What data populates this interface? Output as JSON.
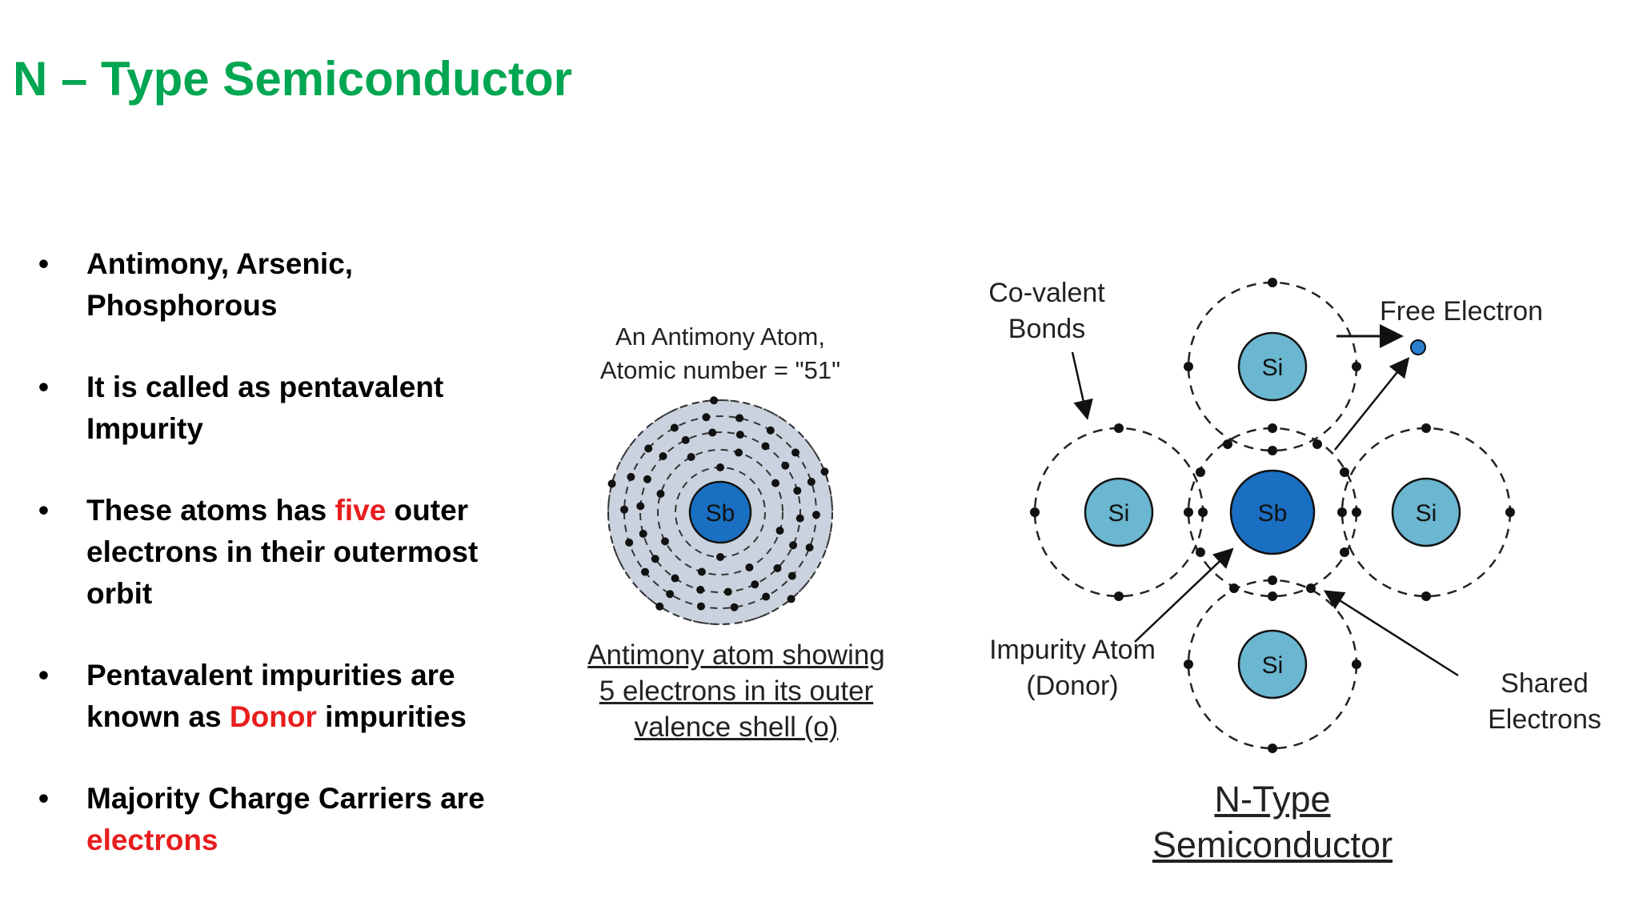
{
  "slide": {
    "title": "N – Type Semiconductor",
    "bullet_glyph": "•",
    "bullets": [
      {
        "before": "Antimony, Arsenic, Phosphorous",
        "highlight": "",
        "after": ""
      },
      {
        "before": "It is called as pentavalent Impurity",
        "highlight": "",
        "after": ""
      },
      {
        "before": "These atoms has ",
        "highlight": "five",
        "after": " outer electrons in their outermost orbit"
      },
      {
        "before": "Pentavalent impurities are known as ",
        "highlight": "Donor",
        "after": " impurities"
      },
      {
        "before": "Majority Charge Carriers are ",
        "highlight": "electrons",
        "after": ""
      }
    ]
  },
  "atom_figure": {
    "caption_top_line1": "An Antimony Atom,",
    "caption_top_line2": "Atomic number = \"51\"",
    "nucleus_label": "Sb",
    "caption_bottom_line1": "Antimony atom showing",
    "caption_bottom_line2": "5 electrons in its outer",
    "caption_bottom_line3": "valence shell (o)"
  },
  "ntype_figure": {
    "center_label": "Sb",
    "neighbor_label": "Si",
    "label_covalent_line1": "Co-valent",
    "label_covalent_line2": "Bonds",
    "label_free_electron": "Free Electron",
    "label_impurity_line1": "Impurity Atom",
    "label_impurity_line2": "(Donor)",
    "label_shared_line1": "Shared",
    "label_shared_line2": "Electrons",
    "caption_line1": "N-Type",
    "caption_line2": "Semiconductor"
  },
  "colors": {
    "title": "#00a651",
    "highlight": "#e81d1d",
    "sb_nucleus": "#1a6fc2",
    "si_nucleus": "#6bb6d0",
    "shell_fill": "#c9d2de",
    "free_electron": "#2a7fd0"
  }
}
